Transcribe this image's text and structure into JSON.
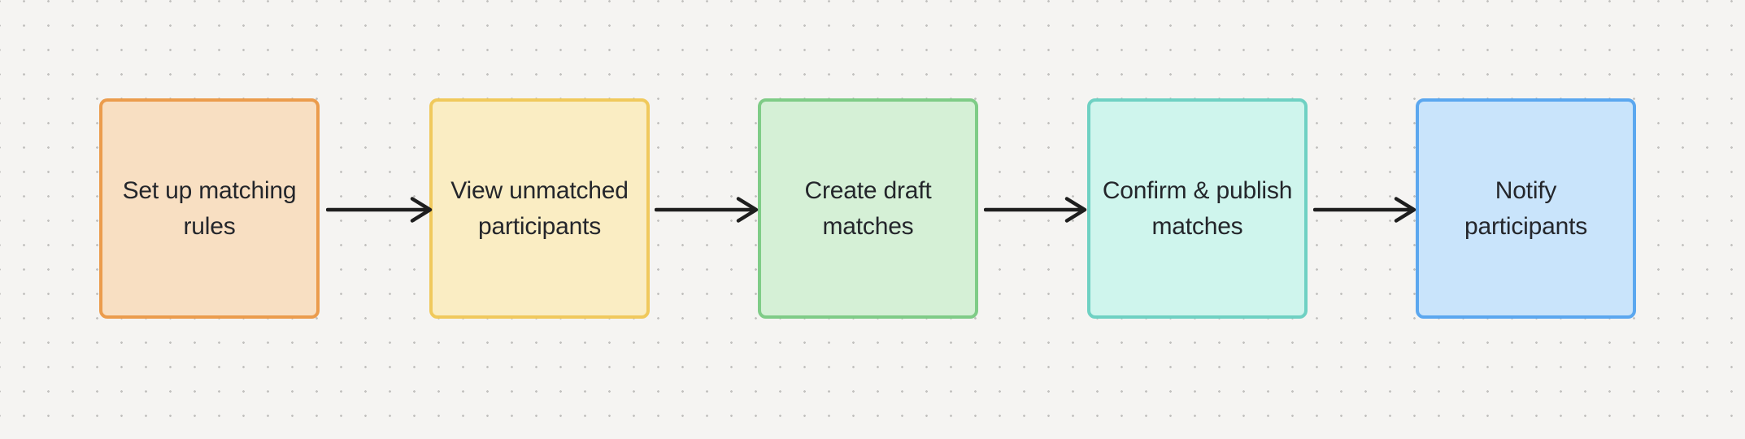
{
  "canvas": {
    "background": "#f5f4f2",
    "dot_color": "#c2c1bf",
    "arrow_color": "#1e1e1e",
    "text_color": "#24262b"
  },
  "nodes": [
    {
      "id": "step-1",
      "label": "Set up matching\nrules",
      "fill": "#f8dfc2",
      "border": "#eb9c4d"
    },
    {
      "id": "step-2",
      "label": "View unmatched\nparticipants",
      "fill": "#faedc3",
      "border": "#f0c95c"
    },
    {
      "id": "step-3",
      "label": "Create draft\nmatches",
      "fill": "#d5f0d6",
      "border": "#7fcc87"
    },
    {
      "id": "step-4",
      "label": "Confirm & publish\nmatches",
      "fill": "#cff5ed",
      "border": "#6fd1c3"
    },
    {
      "id": "step-5",
      "label": "Notify\nparticipants",
      "fill": "#c9e4fb",
      "border": "#5ba7ef"
    }
  ],
  "connectors": [
    {
      "from": "step-1",
      "to": "step-2"
    },
    {
      "from": "step-2",
      "to": "step-3"
    },
    {
      "from": "step-3",
      "to": "step-4"
    },
    {
      "from": "step-4",
      "to": "step-5"
    }
  ]
}
